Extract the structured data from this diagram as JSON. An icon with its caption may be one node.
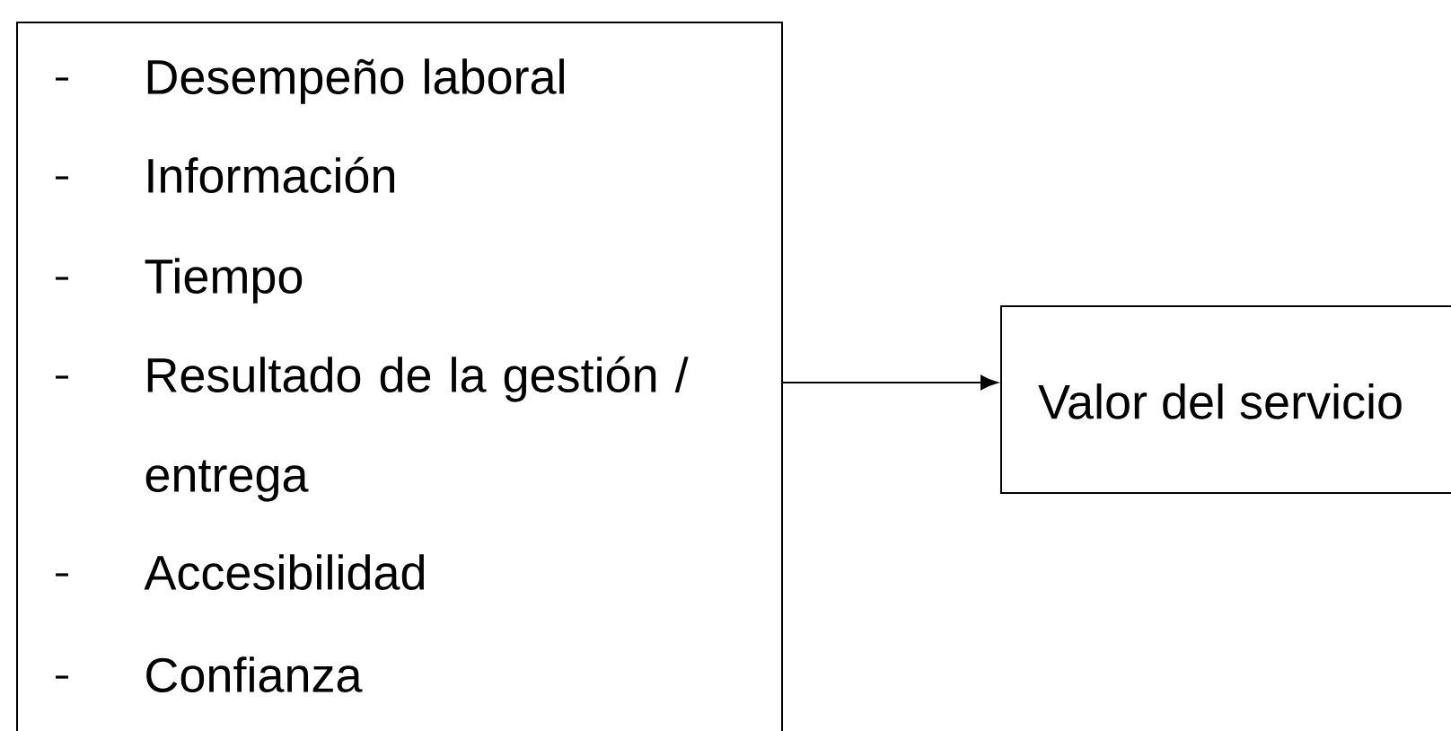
{
  "diagram": {
    "nodes": [
      {
        "text": [
          "Desempeño laboral",
          "Información",
          "Tiempo",
          "Resultado de la gestión / entrega",
          "Accesibilidad",
          "Confianza"
        ]
      },
      {
        "text": [
          "Valor del servicio"
        ]
      }
    ],
    "edges": [
      {
        "from": 0,
        "to": 1,
        "arrow": "to"
      }
    ]
  }
}
